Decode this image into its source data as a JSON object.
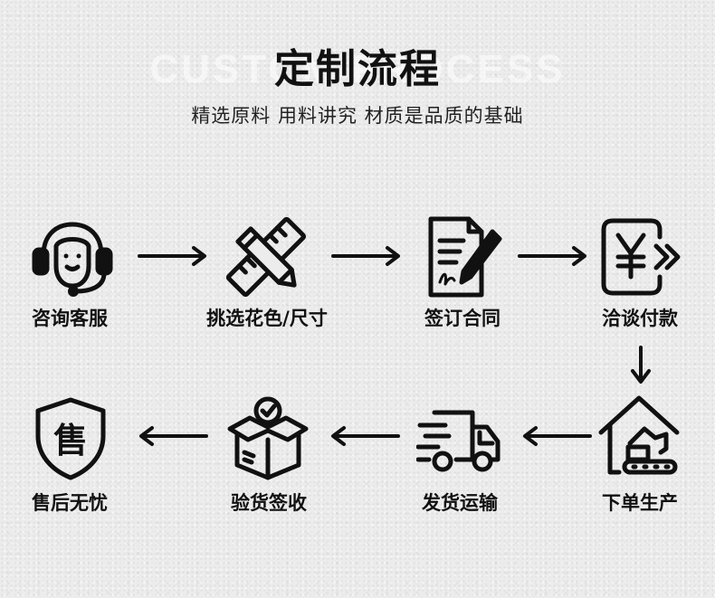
{
  "header": {
    "watermark": "CUSTOM           PROCESS",
    "title": "定制流程",
    "subtitle": "精选原料 用料讲究 材质是品质的基础"
  },
  "steps": [
    {
      "label": "咨询客服",
      "icon": "headset-icon"
    },
    {
      "label": "挑选花色/尺寸",
      "icon": "ruler-pencil-icon"
    },
    {
      "label": "签订合同",
      "icon": "contract-sign-icon"
    },
    {
      "label": "洽谈付款",
      "icon": "yen-payment-icon"
    },
    {
      "label": "下单生产",
      "icon": "factory-excavator-icon"
    },
    {
      "label": "发货运输",
      "icon": "delivery-truck-icon"
    },
    {
      "label": "验货签收",
      "icon": "checked-box-icon"
    },
    {
      "label": "售后无忧",
      "icon": "shield-icon"
    },
    {
      "shield_char": "售"
    }
  ],
  "colors": {
    "ink": "#111111",
    "background": "#ececec"
  }
}
